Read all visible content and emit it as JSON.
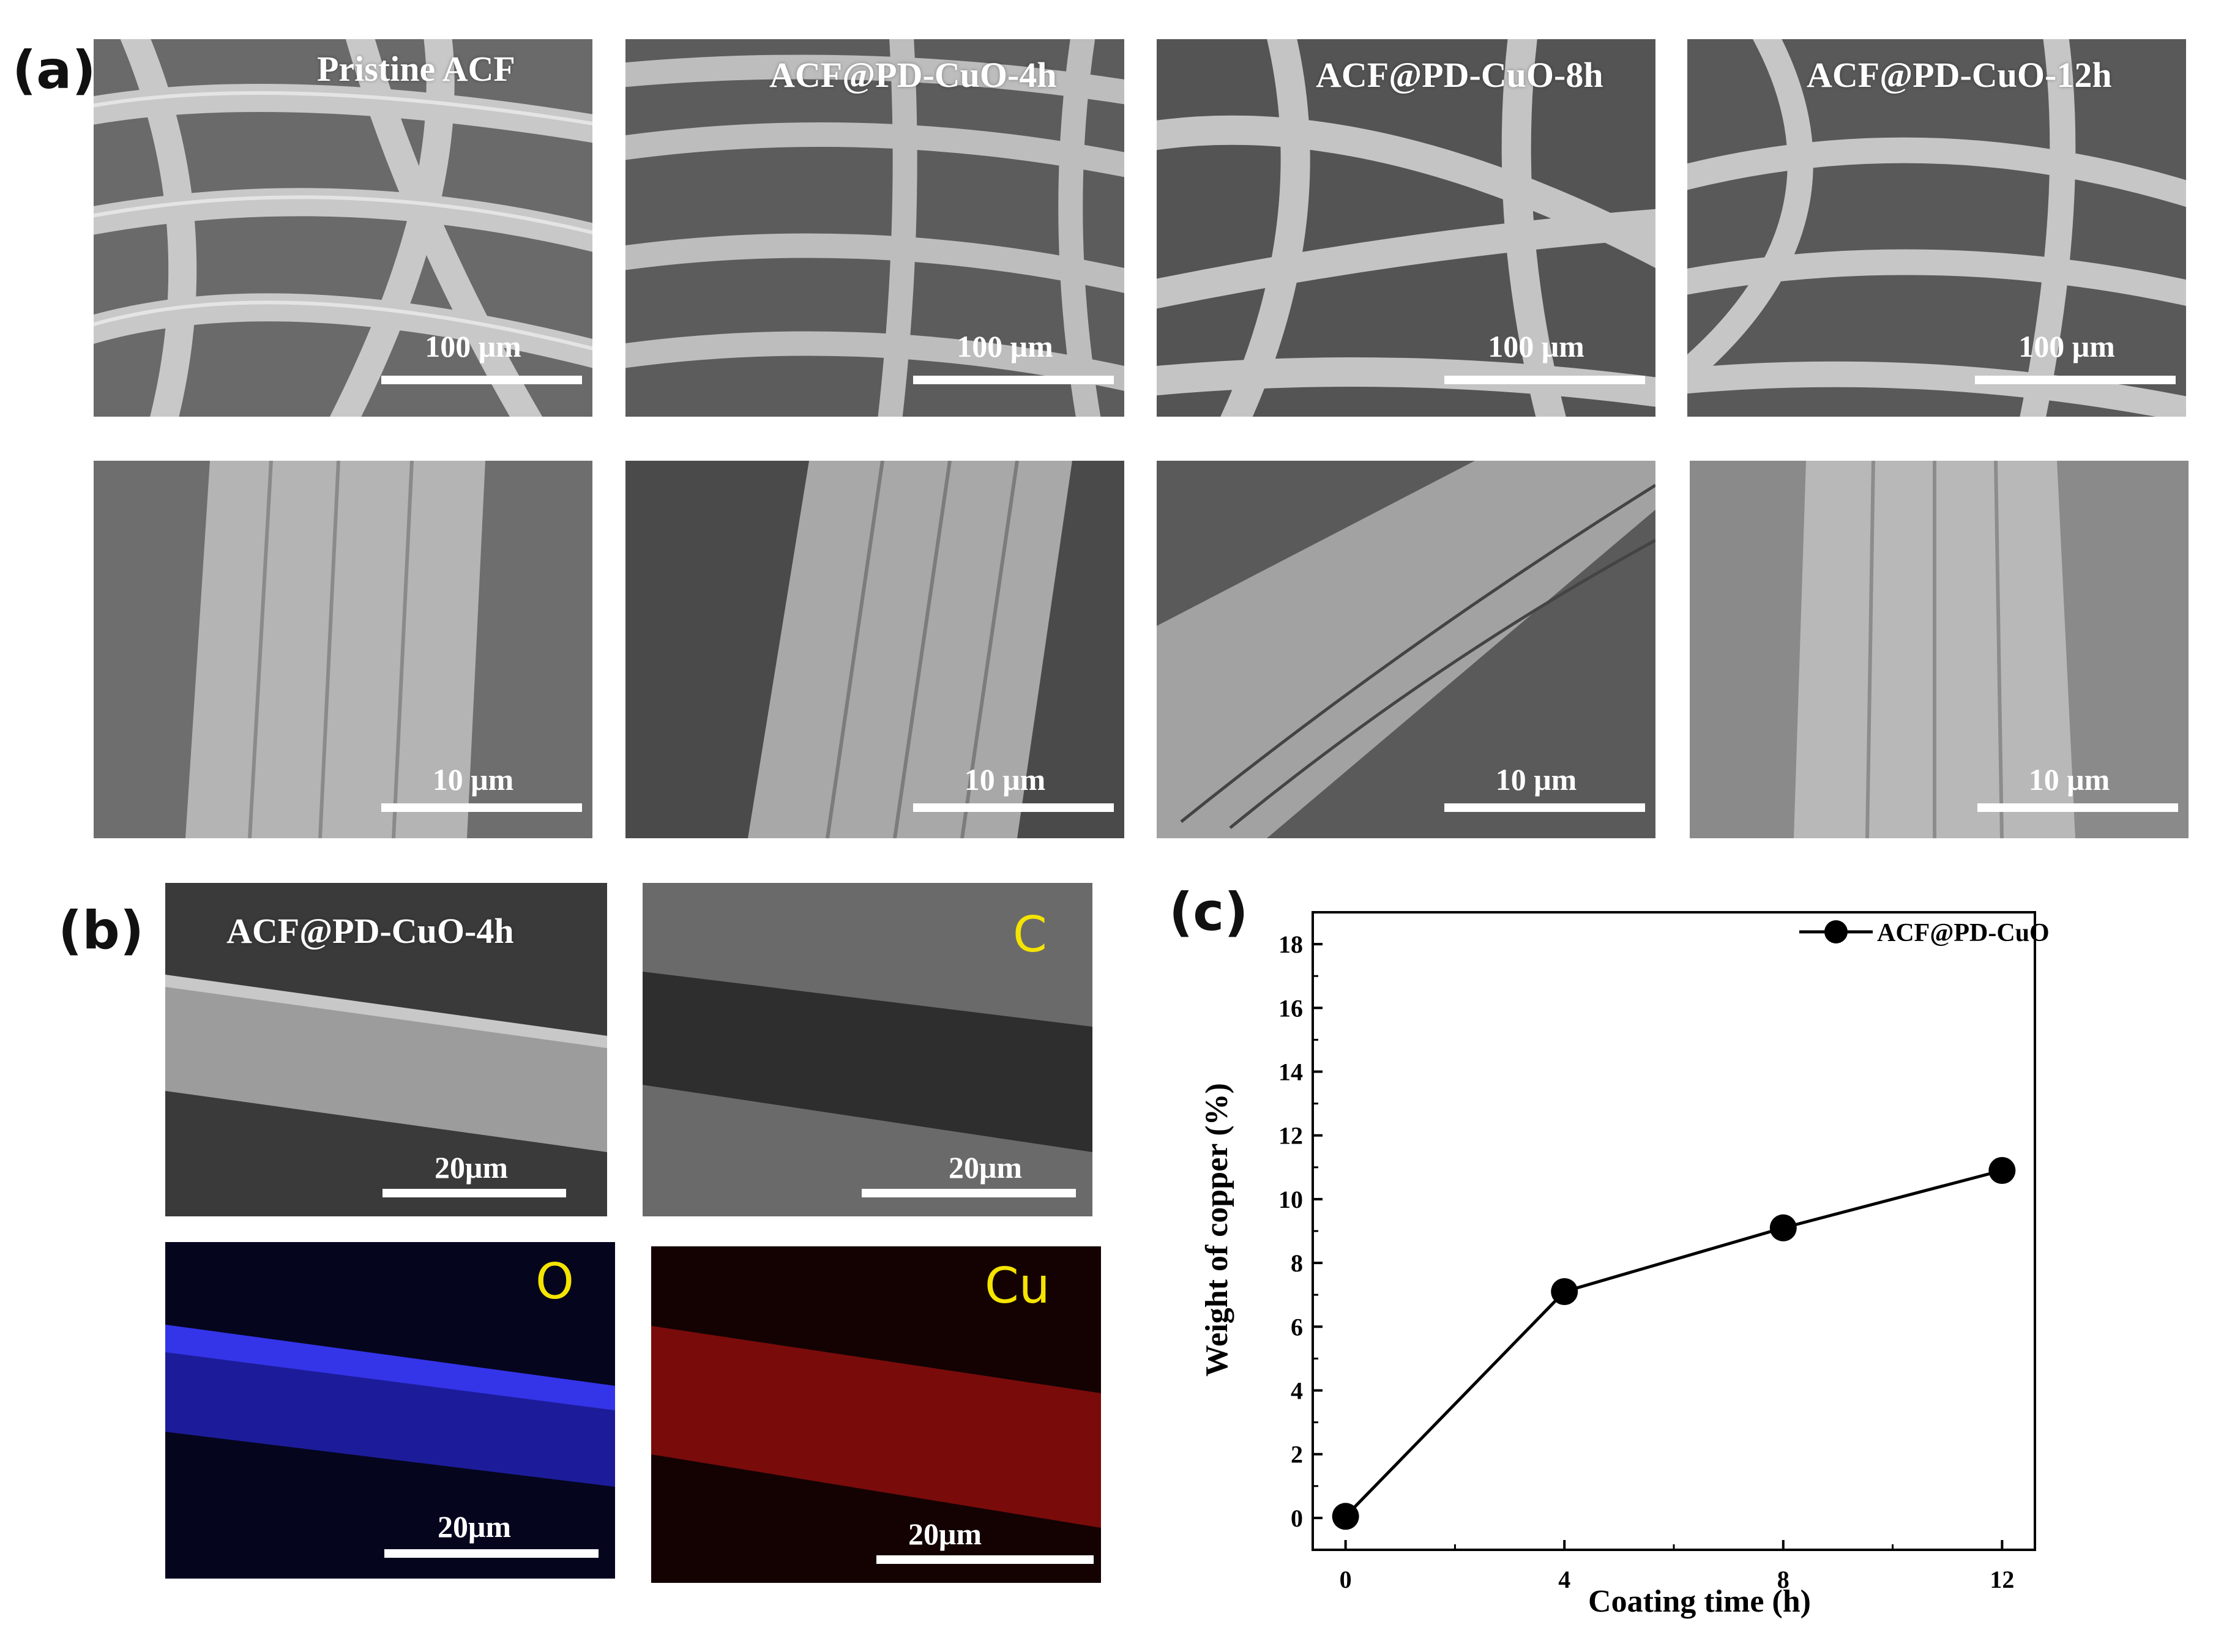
{
  "panels": {
    "a": {
      "letter": "(a)",
      "top_row": [
        {
          "title": "Pristine ACF",
          "scale": "100 μm"
        },
        {
          "title": "ACF@PD-CuO-4h",
          "scale": "100 μm"
        },
        {
          "title": "ACF@PD-CuO-8h",
          "scale": "100 μm"
        },
        {
          "title": "ACF@PD-CuO-12h",
          "scale": "100 μm"
        }
      ],
      "bottom_row": [
        {
          "scale": "10 μm"
        },
        {
          "scale": "10 μm"
        },
        {
          "scale": "10 μm"
        },
        {
          "scale": "10 μm"
        }
      ]
    },
    "b": {
      "letter": "(b)",
      "sem_title": "ACF@PD-CuO-4h",
      "sem_scale": "20μm",
      "map_c_label": "C",
      "map_c_scale": "20μm",
      "map_o_label": "O",
      "map_o_scale": "20μm",
      "map_cu_label": "Cu",
      "map_cu_scale": "20μm",
      "colors": {
        "C": "#ffffff",
        "O": "#2424ff",
        "Cu": "#e01010",
        "label": "#f4e400"
      }
    },
    "c": {
      "letter": "(c)"
    }
  },
  "chart_data": {
    "type": "line",
    "title": "",
    "xlabel": "Coating time (h)",
    "ylabel": "Weight of copper (%)",
    "x": [
      0,
      4,
      8,
      12
    ],
    "x_ticks": [
      "0",
      "4",
      "8",
      "12"
    ],
    "y_ticks": [
      "0",
      "2",
      "4",
      "6",
      "8",
      "10",
      "12",
      "14",
      "16",
      "18"
    ],
    "xlim": [
      -0.6,
      12.6
    ],
    "ylim": [
      -1,
      19
    ],
    "series": [
      {
        "name": "ACF@PD-CuO",
        "values": [
          0.05,
          7.1,
          9.1,
          10.9
        ],
        "color": "#000000",
        "marker": "circle"
      }
    ],
    "legend_position": "top-right",
    "grid": false
  }
}
